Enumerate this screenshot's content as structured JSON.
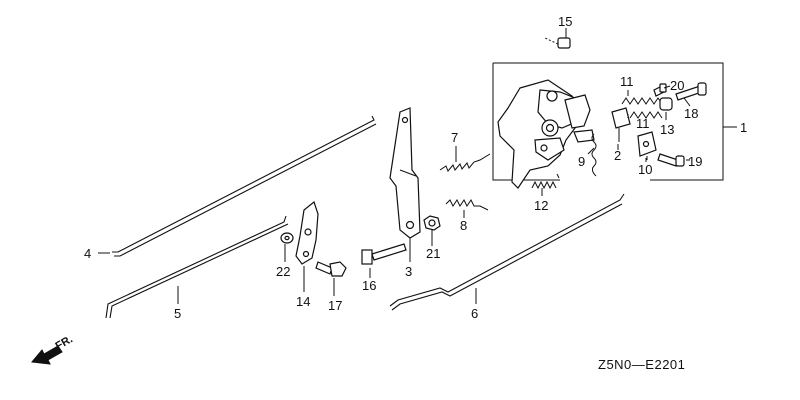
{
  "diagram": {
    "drawing_code": "Z5N0—E2201",
    "direction_label": "FR.",
    "callouts": {
      "p1": "1",
      "p2": "2",
      "p3": "3",
      "p4": "4",
      "p5": "5",
      "p6": "6",
      "p7": "7",
      "p8": "8",
      "p9": "9",
      "p10": "10",
      "p11a": "11",
      "p11b": "11",
      "p12": "12",
      "p13": "13",
      "p14": "14",
      "p15": "15",
      "p16": "16",
      "p17": "17",
      "p18": "18",
      "p19": "19",
      "p20": "20",
      "p21": "21",
      "p22": "22"
    }
  }
}
